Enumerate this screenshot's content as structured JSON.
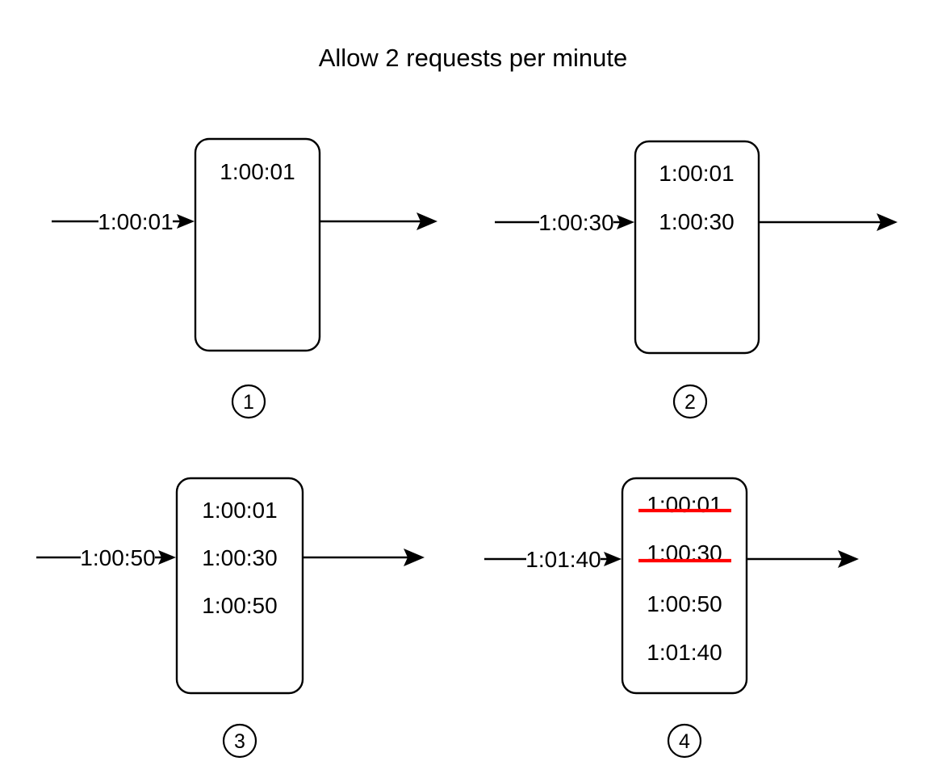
{
  "title": "Allow 2 requests per minute",
  "colors": {
    "stroke": "#000000",
    "background": "#ffffff",
    "strike": "#FF0000"
  },
  "panels": [
    {
      "step_label": "1",
      "incoming_label": "1:00:01",
      "entries": [
        {
          "value": "1:00:01",
          "struck": false
        }
      ]
    },
    {
      "step_label": "2",
      "incoming_label": "1:00:30",
      "entries": [
        {
          "value": "1:00:01",
          "struck": false
        },
        {
          "value": "1:00:30",
          "struck": false
        }
      ]
    },
    {
      "step_label": "3",
      "incoming_label": "1:00:50",
      "entries": [
        {
          "value": "1:00:01",
          "struck": false
        },
        {
          "value": "1:00:30",
          "struck": false
        },
        {
          "value": "1:00:50",
          "struck": false
        }
      ]
    },
    {
      "step_label": "4",
      "incoming_label": "1:01:40",
      "entries": [
        {
          "value": "1:00:01",
          "struck": true
        },
        {
          "value": "1:00:30",
          "struck": true
        },
        {
          "value": "1:00:50",
          "struck": false
        },
        {
          "value": "1:01:40",
          "struck": false
        }
      ]
    }
  ]
}
